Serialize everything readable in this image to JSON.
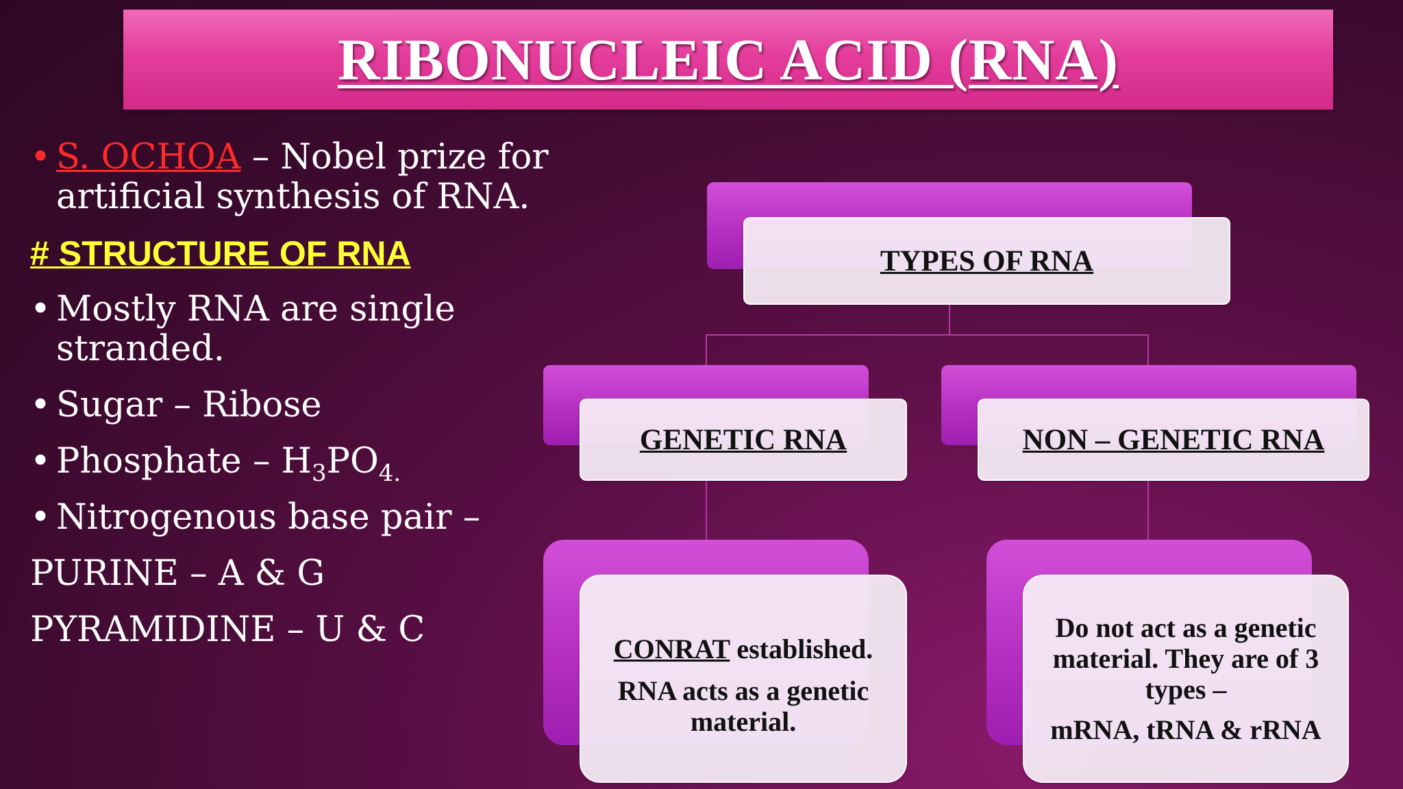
{
  "title": "RIBONUCLEIC ACID (RNA)",
  "left": {
    "bullet": "•",
    "ochoa_name": "S. OCHOA",
    "ochoa_line1_rest": " – Nobel prize for",
    "ochoa_line2": "artificial synthesis of RNA.",
    "structure_heading": "# STRUCTURE OF RNA",
    "point1_line1": "Mostly RNA are single",
    "point1_line2": "stranded.",
    "point2": "Sugar – Ribose",
    "point3_prefix": "Phosphate – H",
    "point3_sub1": "3",
    "point3_mid": "PO",
    "point3_sub2": "4.",
    "point4": "Nitrogenous base pair –",
    "purine": "PURINE – A & G",
    "pyramidine": "PYRAMIDINE – U & C"
  },
  "diagram": {
    "root": "TYPES OF RNA",
    "genetic": "GENETIC RNA",
    "non_genetic": "NON – GENETIC RNA",
    "genetic_desc_name": "CONRAT",
    "genetic_desc_rest": " established.",
    "genetic_desc_line2": "RNA acts as a genetic material.",
    "non_genetic_desc": "Do not act as a genetic material. They are of 3 types –",
    "non_genetic_types": "mRNA, tRNA & rRNA"
  },
  "colors": {
    "title_bar": "#e43d9c",
    "background": "#4a0c38",
    "link_red": "#ff2a2a",
    "heading_yellow": "#ffff33",
    "box_back": "#b42cc0",
    "box_front": "#f6eef6"
  }
}
